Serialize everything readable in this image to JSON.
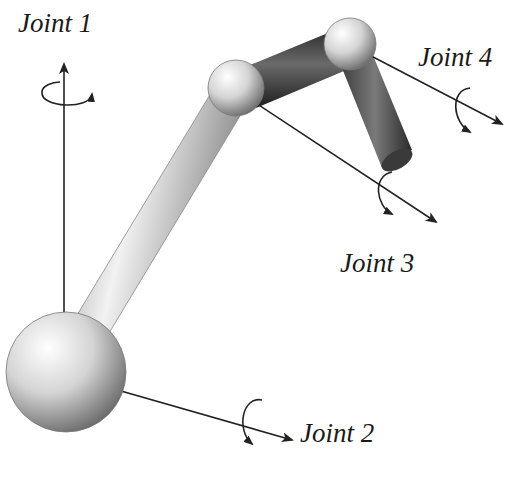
{
  "diagram": {
    "labels": [
      "Joint 1",
      "Joint 4",
      "Joint 3",
      "Joint 2"
    ]
  }
}
